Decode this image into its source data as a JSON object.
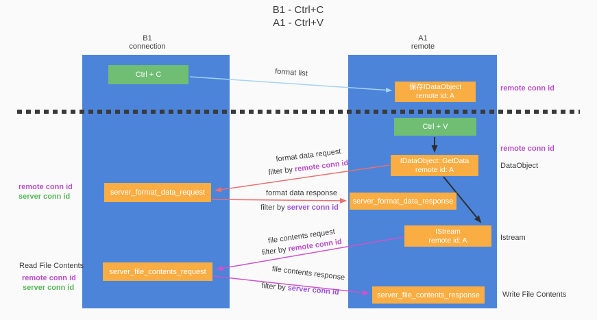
{
  "title": {
    "line1": "B1 - Ctrl+C",
    "line2": "A1 - Ctrl+V"
  },
  "columns": {
    "left": {
      "name": "B1",
      "subtitle": "connection"
    },
    "right": {
      "name": "A1",
      "subtitle": "remote"
    }
  },
  "nodes": {
    "ctrl_c": "Ctrl + C",
    "saved_dataobject": {
      "line1": "保存IDataObject",
      "line2": "remote id: A"
    },
    "ctrl_v": "Ctrl + V",
    "getdata": {
      "line1": "IDataObject::GetData",
      "line2": "remote id: A"
    },
    "format_request": "server_format_data_request",
    "format_response": "server_format_data_response",
    "istream": {
      "line1": "IStream",
      "line2": "remote id: A"
    },
    "file_request": "server_file_contents_request",
    "file_response": "server_file_contents_response"
  },
  "edge_labels": {
    "format_list": "format list",
    "format_data_request": "format data request",
    "format_data_response": "format data response",
    "file_contents_request": "file contents request",
    "file_contents_response": "file contents response",
    "filter_by": "filter by ",
    "remote_conn_id": "remote conn id",
    "server_conn_id": "server conn id"
  },
  "annotations": {
    "remote_conn_id": "remote conn id",
    "server_conn_id": "server conn id",
    "dataobject": "DataObject",
    "istream": "Istream",
    "read_file_contents": "Read File Contents",
    "write_file_contents": "Write File Contents"
  },
  "colors": {
    "background": "#fafafa",
    "column_blue": "#4b84d9",
    "node_green": "#6fbe74",
    "node_orange": "#f9ad42",
    "arrow_light_blue": "#a5d3f2",
    "arrow_salmon": "#e97070",
    "arrow_magenta": "#cd54cb",
    "arrow_black": "#2e2e2e",
    "separator": "#3a3a3a",
    "text_dark": "#3b3b3b",
    "text_magenta": "#b94fc7",
    "text_purple": "#9b51d8",
    "text_green": "#57b75b"
  }
}
